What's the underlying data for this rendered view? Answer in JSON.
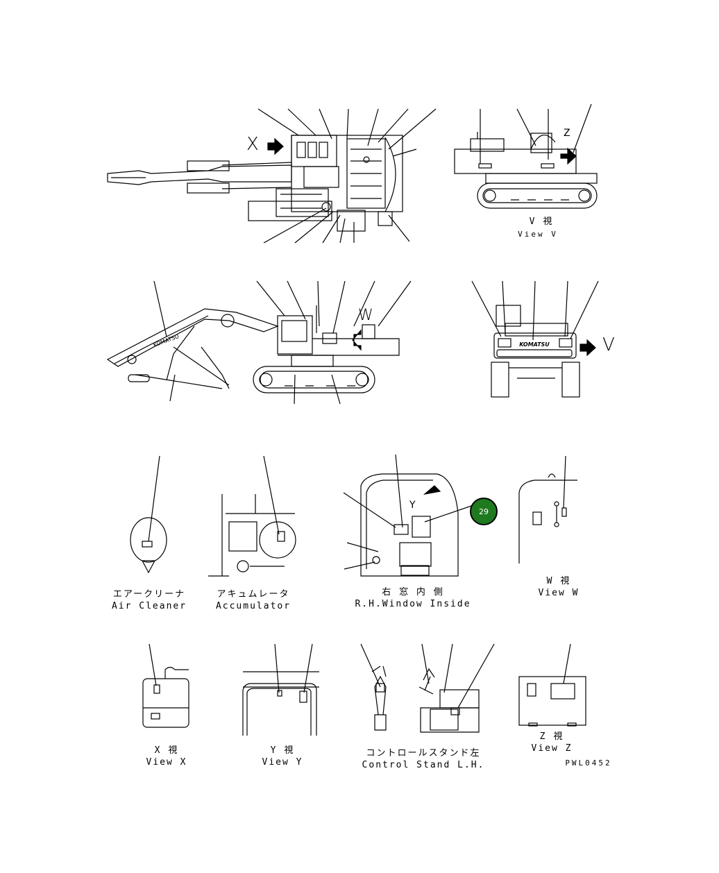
{
  "view_letters": {
    "x_top": "X",
    "v_rear": "V",
    "w_side": "W",
    "y_window": "Y",
    "z_cab": "Z"
  },
  "captions": {
    "view_v_jp": "V 視",
    "view_v_en": "View V",
    "air_cleaner_jp": "エアークリーナ",
    "air_cleaner_en": "Air Cleaner",
    "accumulator_jp": "アキュムレータ",
    "accumulator_en": "Accumulator",
    "rh_window_jp": "右 窓 内 側",
    "rh_window_en": "R.H.Window Inside",
    "view_w_jp": "W 視",
    "view_w_en": "View W",
    "view_x_jp": "X 視",
    "view_x_en": "View X",
    "view_y_jp": "Y 視",
    "view_y_en": "View Y",
    "control_stand_jp": "コントロールスタンド左",
    "control_stand_en": "Control Stand L.H.",
    "view_z_jp": "Z 視",
    "view_z_en": "View Z"
  },
  "badge": {
    "number": "29",
    "color": "#1f7a1f"
  },
  "brand_text": "KOMATSU",
  "drawing_code": "PWL0452"
}
